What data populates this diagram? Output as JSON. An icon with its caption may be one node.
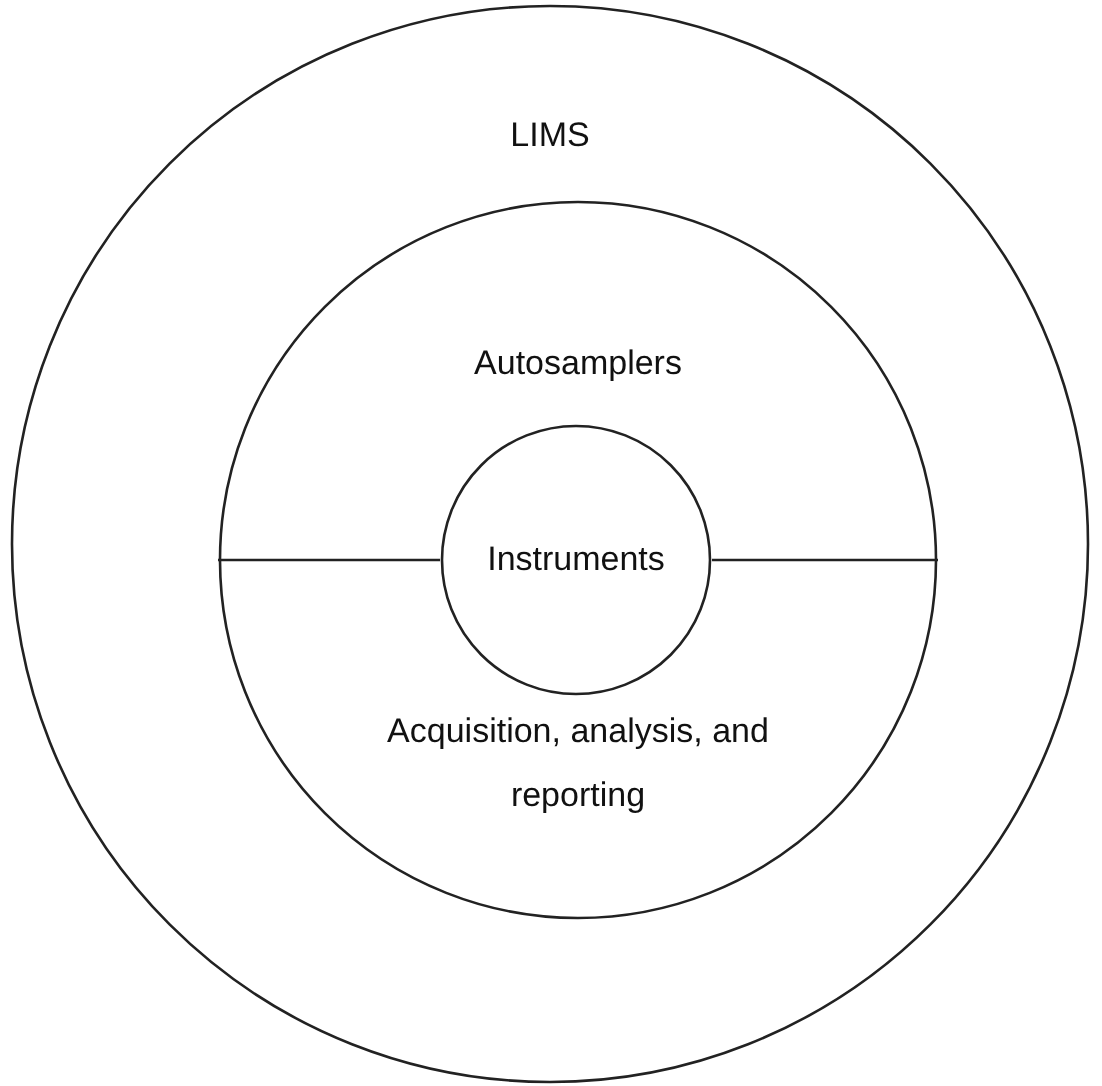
{
  "diagram": {
    "nodes": [
      {
        "text": [
          "LIMS"
        ]
      },
      {
        "text": [
          "Autosamplers",
          "Acquisition, analysis, and reporting"
        ],
        "in": 0
      },
      {
        "text": [
          "Instruments"
        ],
        "in": 1
      }
    ]
  }
}
